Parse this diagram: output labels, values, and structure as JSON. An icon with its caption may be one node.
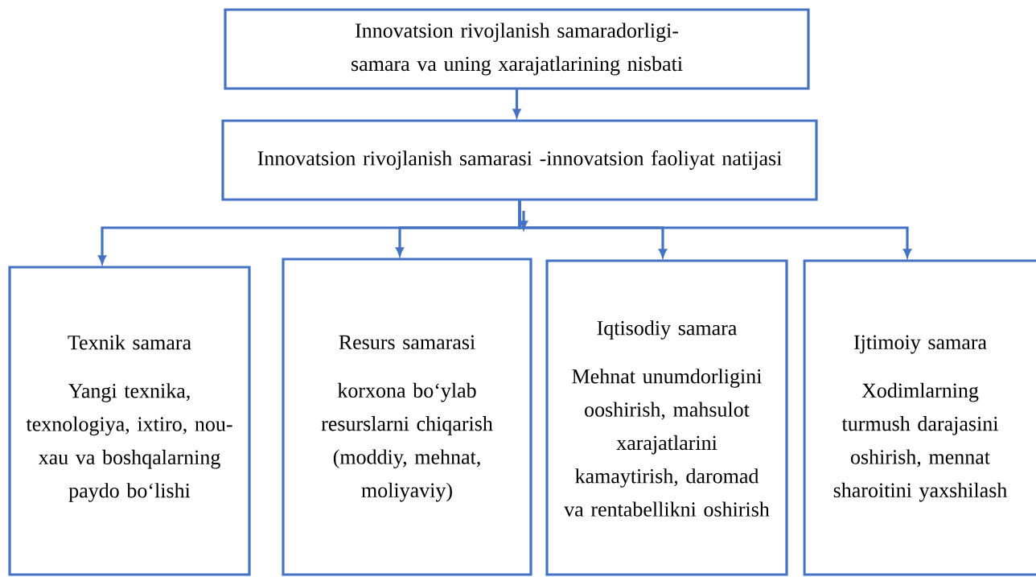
{
  "diagram": {
    "nodes": [
      {
        "text": [
          "Innovatsion rivojlanish samaradorligi-samara va uning xarajatlarining nisbati"
        ]
      },
      {
        "text": [
          "Innovatsion rivojlanish samarasi -innovatsion faoliyat natijasi"
        ]
      },
      {
        "text": [
          "Texnik samara",
          "Yangi texnika, texnologiya, ixtiro, nou-xau va boshqalarning paydo bo‘lishi"
        ]
      },
      {
        "text": [
          "Resurs samarasi",
          "korxona bo‘ylab resurslarni chiqarish (moddiy, mehnat, moliyaviy)"
        ]
      },
      {
        "text": [
          "Iqtisodiy samara",
          "Mehnat unumdorligini ooshirish, mahsulot xarajatlarini kamaytirish, daromad va rentabellikni oshirish"
        ]
      },
      {
        "text": [
          "Ijtimoiy samara",
          "Xodimlarning turmush darajasini oshirish, mennat sharoitini yaxshilash"
        ]
      }
    ],
    "edges": [
      {
        "from": 0,
        "to": 1,
        "arrow": "to"
      },
      {
        "from": 1,
        "to": 2,
        "arrow": "to"
      },
      {
        "from": 1,
        "to": 3,
        "arrow": "to"
      },
      {
        "from": 1,
        "to": 4,
        "arrow": "to"
      },
      {
        "from": 1,
        "to": 5,
        "arrow": "to"
      }
    ]
  }
}
